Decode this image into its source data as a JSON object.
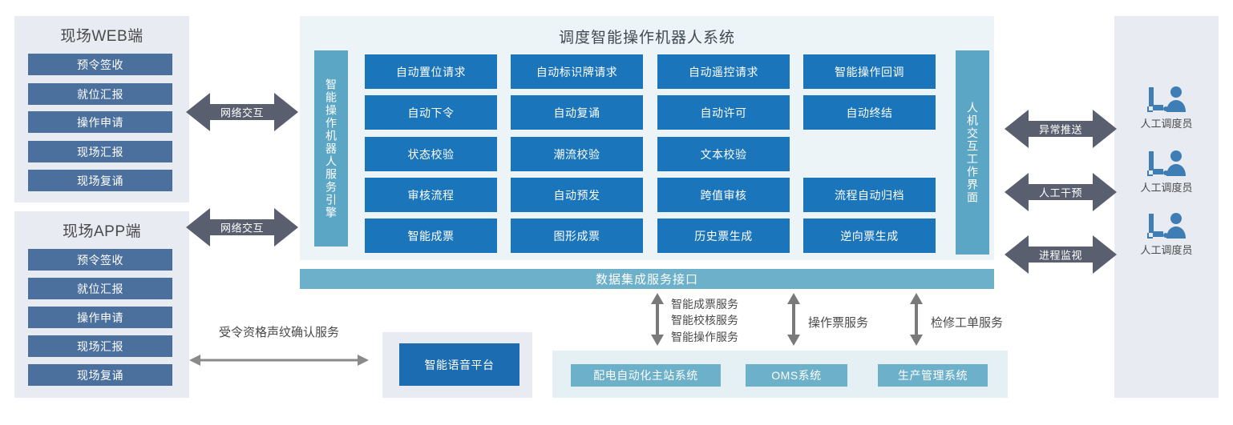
{
  "colors": {
    "primary_blue": "#1b75bb",
    "teal": "#5ba6c4",
    "bus_teal": "#6cb0c9",
    "slate_blue": "#4b709e",
    "arrow_grey": "#595f6e",
    "panel_grey": "#e8ebf2",
    "panel_ice": "#edf4f7"
  },
  "left": {
    "web_client": {
      "title": "现场WEB端",
      "items": [
        "预令签收",
        "就位汇报",
        "操作申请",
        "现场汇报",
        "现场复诵"
      ]
    },
    "app_client": {
      "title": "现场APP端",
      "items": [
        "预令签收",
        "就位汇报",
        "操作申请",
        "现场汇报",
        "现场复诵"
      ]
    },
    "web_link_label": "网络交互",
    "app_link_label": "网络交互",
    "voiceprint_label": "受令资格声纹确认服务"
  },
  "center": {
    "title": "调度智能操作机器人系统",
    "engine_bar": "智能操作机器人服务引擎",
    "hmi_bar": "人机交互工作界面",
    "grid": [
      [
        "自动置位请求",
        "自动标识牌请求",
        "自动遥控请求",
        "智能操作回调"
      ],
      [
        "自动下令",
        "自动复诵",
        "自动许可",
        "自动终结"
      ],
      [
        "状态校验",
        "潮流校验",
        "文本校验",
        ""
      ],
      [
        "审核流程",
        "自动预发",
        "跨值审核",
        "流程自动归档"
      ],
      [
        "智能成票",
        "图形成票",
        "历史票生成",
        "逆向票生成"
      ]
    ]
  },
  "right": {
    "links": [
      "异常推送",
      "人工干预",
      "进程监视"
    ],
    "operators": [
      "人工调度员",
      "人工调度员",
      "人工调度员"
    ]
  },
  "bottom": {
    "bus_label": "数据集成服务接口",
    "voice_platform": "智能语音平台",
    "service_group_1": [
      "智能成票服务",
      "智能校核服务",
      "智能操作服务"
    ],
    "service_2": "操作票服务",
    "service_3": "检修工单服务",
    "systems": [
      "配电自动化主站系统",
      "OMS系统",
      "生产管理系统"
    ]
  }
}
